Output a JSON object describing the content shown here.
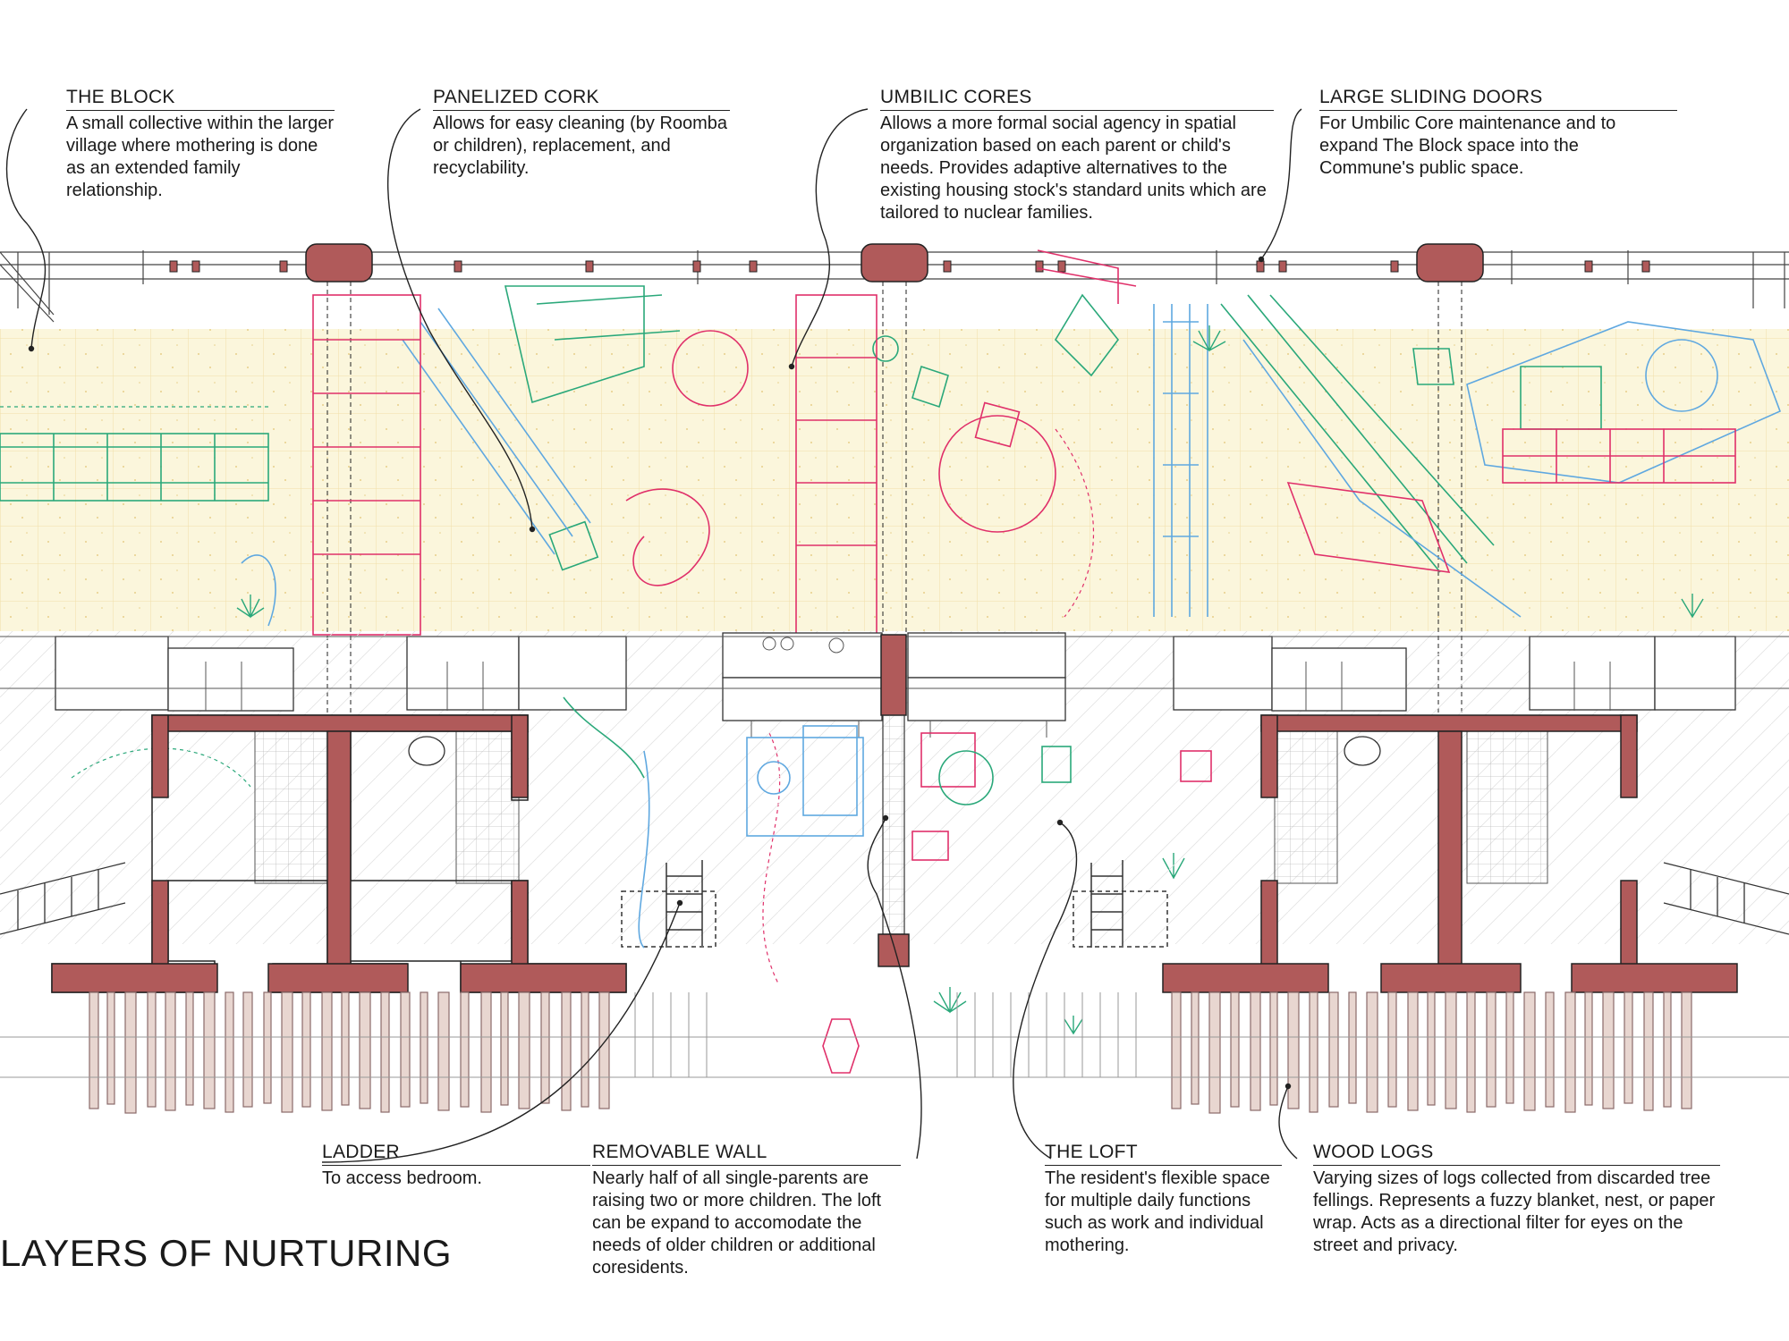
{
  "title": "LAYERS OF NURTURING",
  "annotations": {
    "the_block": {
      "title": "THE BLOCK",
      "body": "A small collective within the larger village where mothering is done as an extended family relationship."
    },
    "panelized_cork": {
      "title": "PANELIZED CORK",
      "body": "Allows for easy cleaning (by Roomba or children), replacement, and recyclability."
    },
    "umbilic_cores": {
      "title": "UMBILIC CORES",
      "body": "Allows a more formal social agency in spatial organization based on each parent or child's needs. Provides adaptive alternatives to the existing housing stock's standard units which are tailored to nuclear families."
    },
    "large_sliding_doors": {
      "title": "LARGE SLIDING DOORS",
      "body": "For Umbilic Core maintenance and to expand The Block space into the Commune's public space."
    },
    "ladder": {
      "title": "LADDER",
      "body": "To access bedroom."
    },
    "removable_wall": {
      "title": "REMOVABLE WALL",
      "body": "Nearly half of all single-parents are raising two or more children. The loft can be expand to accomodate the needs of older children or additional coresidents."
    },
    "the_loft": {
      "title": "THE LOFT",
      "body": "The resident's flexible space for multiple daily functions such as work and individual mothering."
    },
    "wood_logs": {
      "title": "WOOD LOGS",
      "body": "Varying sizes of logs collected from discarded tree fellings. Represents a fuzzy blanket, nest, or paper wrap. Acts as a directional filter for eyes on the street and privacy."
    }
  },
  "colors": {
    "core": "#b05a5a",
    "cork": "#fbf6dc",
    "red_line": "#e0306a",
    "green_line": "#2aa87a",
    "blue_line": "#5fa8e0",
    "ink": "#1a1a1a"
  }
}
